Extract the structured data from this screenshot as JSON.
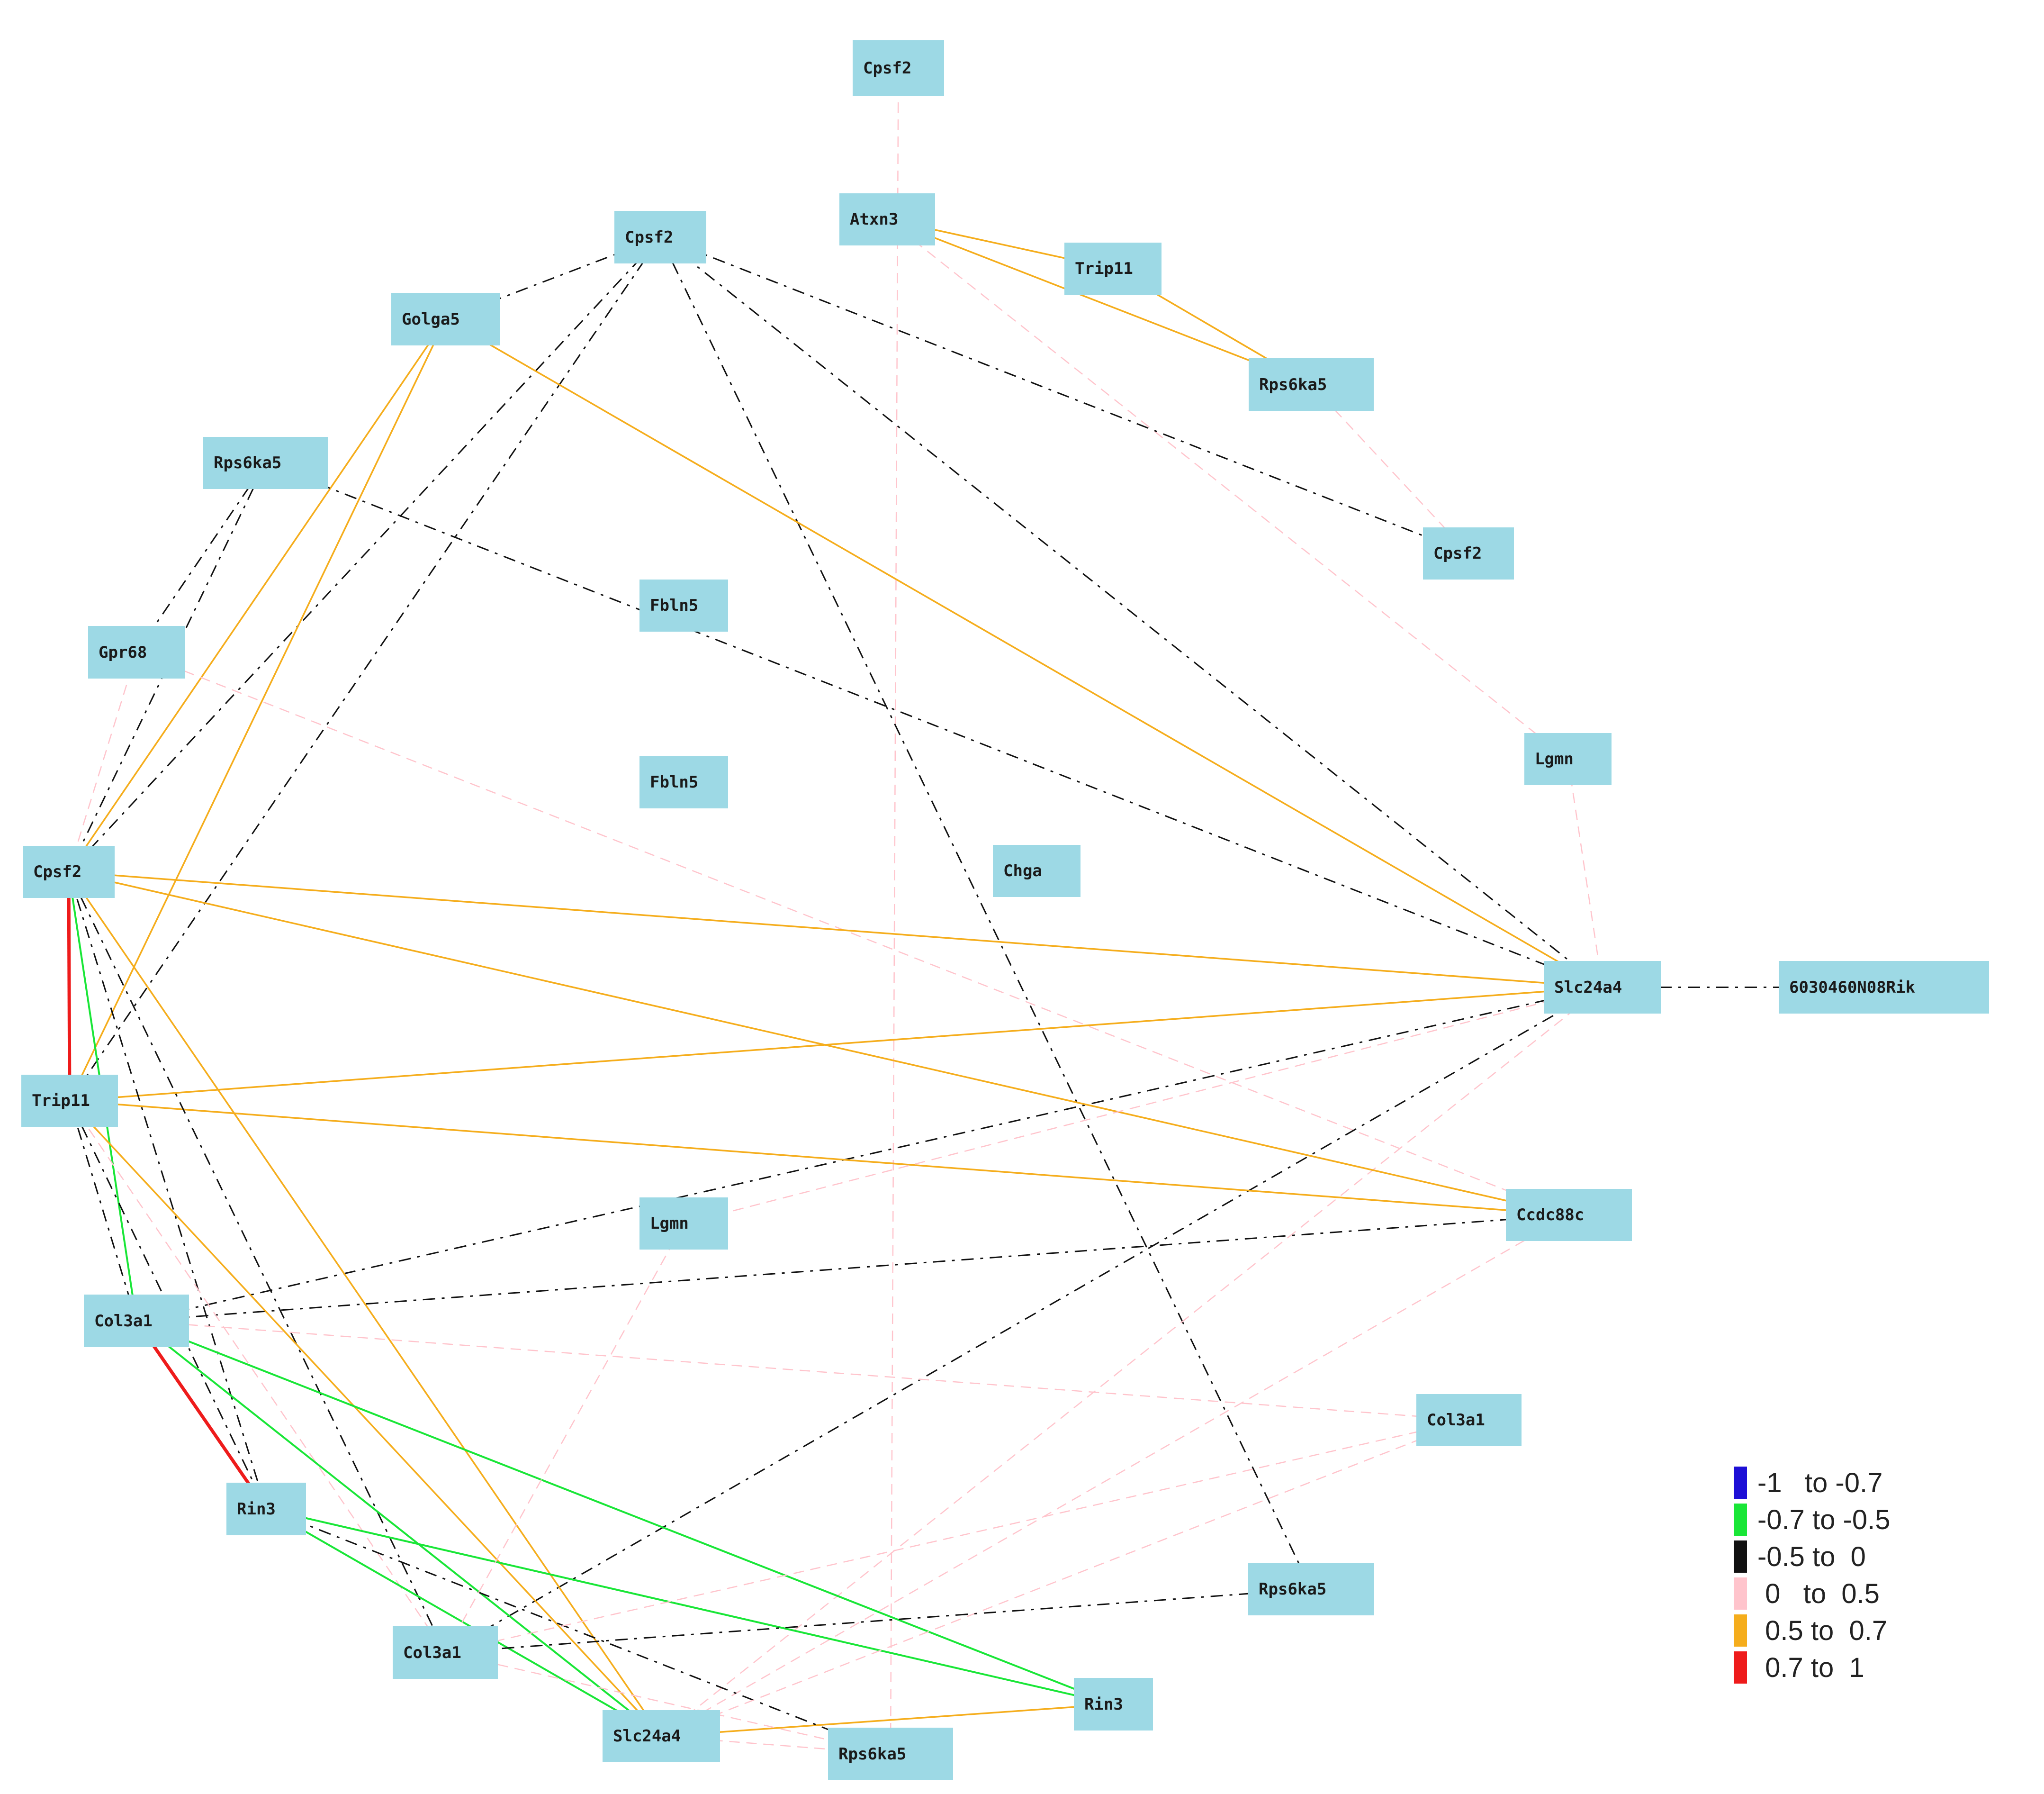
{
  "nodes": [
    {
      "id": "n1",
      "label": "Cpsf2"
    },
    {
      "id": "n2",
      "label": "Atxn3"
    },
    {
      "id": "n3",
      "label": "Cpsf2"
    },
    {
      "id": "n4",
      "label": "Trip11"
    },
    {
      "id": "n5",
      "label": "Golga5"
    },
    {
      "id": "n6",
      "label": "Rps6ka5"
    },
    {
      "id": "n7",
      "label": "Rps6ka5"
    },
    {
      "id": "n8",
      "label": "Cpsf2"
    },
    {
      "id": "n9",
      "label": "Fbln5"
    },
    {
      "id": "n10",
      "label": "Gpr68"
    },
    {
      "id": "n11",
      "label": "Lgmn"
    },
    {
      "id": "n12",
      "label": "Fbln5"
    },
    {
      "id": "n13",
      "label": "Chga"
    },
    {
      "id": "n14",
      "label": "Cpsf2"
    },
    {
      "id": "n15",
      "label": "Slc24a4"
    },
    {
      "id": "n16",
      "label": "6030460N08Rik"
    },
    {
      "id": "n17",
      "label": "Trip11"
    },
    {
      "id": "n18",
      "label": "Ccdc88c"
    },
    {
      "id": "n19",
      "label": "Lgmn"
    },
    {
      "id": "n20",
      "label": "Col3a1"
    },
    {
      "id": "n21",
      "label": "Col3a1"
    },
    {
      "id": "n22",
      "label": "Rin3"
    },
    {
      "id": "n23",
      "label": "Rps6ka5"
    },
    {
      "id": "n24",
      "label": "Col3a1"
    },
    {
      "id": "n25",
      "label": "Rin3"
    },
    {
      "id": "n26",
      "label": "Slc24a4"
    },
    {
      "id": "n27",
      "label": "Rps6ka5"
    }
  ],
  "edges": [
    {
      "source": "n2",
      "target": "n4",
      "range": "0.5 to 0.7"
    },
    {
      "source": "n2",
      "target": "n7",
      "range": "0.5 to 0.7"
    },
    {
      "source": "n4",
      "target": "n7",
      "range": "0.5 to 0.7"
    },
    {
      "source": "n1",
      "target": "n27",
      "range": "0 to 0.5"
    },
    {
      "source": "n2",
      "target": "n11",
      "range": "0 to 0.5"
    },
    {
      "source": "n7",
      "target": "n8",
      "range": "0 to 0.5"
    },
    {
      "source": "n3",
      "target": "n5",
      "range": "-0.5 to 0"
    },
    {
      "source": "n3",
      "target": "n8",
      "range": "-0.5 to 0"
    },
    {
      "source": "n3",
      "target": "n15",
      "range": "-0.5 to 0"
    },
    {
      "source": "n3",
      "target": "n23",
      "range": "-0.5 to 0"
    },
    {
      "source": "n3",
      "target": "n14",
      "range": "-0.5 to 0"
    },
    {
      "source": "n3",
      "target": "n17",
      "range": "-0.5 to 0"
    },
    {
      "source": "n5",
      "target": "n15",
      "range": "0.5 to 0.7"
    },
    {
      "source": "n5",
      "target": "n14",
      "range": "0.5 to 0.7"
    },
    {
      "source": "n5",
      "target": "n17",
      "range": "0.5 to 0.7"
    },
    {
      "source": "n6",
      "target": "n15",
      "range": "-0.5 to 0"
    },
    {
      "source": "n6",
      "target": "n10",
      "range": "-0.5 to 0"
    },
    {
      "source": "n6",
      "target": "n14",
      "range": "-0.5 to 0"
    },
    {
      "source": "n10",
      "target": "n18",
      "range": "0 to 0.5"
    },
    {
      "source": "n10",
      "target": "n14",
      "range": "0 to 0.5"
    },
    {
      "source": "n11",
      "target": "n15",
      "range": "0 to 0.5"
    },
    {
      "source": "n15",
      "target": "n16",
      "range": "-0.5 to 0"
    },
    {
      "source": "n15",
      "target": "n24",
      "range": "-0.5 to 0"
    },
    {
      "source": "n15",
      "target": "n20",
      "range": "-0.5 to 0"
    },
    {
      "source": "n15",
      "target": "n26",
      "range": "0 to 0.5"
    },
    {
      "source": "n15",
      "target": "n14",
      "range": "0.5 to 0.7"
    },
    {
      "source": "n15",
      "target": "n17",
      "range": "0.5 to 0.7"
    },
    {
      "source": "n18",
      "target": "n14",
      "range": "0.5 to 0.7"
    },
    {
      "source": "n18",
      "target": "n17",
      "range": "0.5 to 0.7"
    },
    {
      "source": "n18",
      "target": "n20",
      "range": "-0.5 to 0"
    },
    {
      "source": "n18",
      "target": "n26",
      "range": "0 to 0.5"
    },
    {
      "source": "n14",
      "target": "n17",
      "range": "0.7 to 1"
    },
    {
      "source": "n14",
      "target": "n20",
      "range": "-0.7 to -0.5"
    },
    {
      "source": "n14",
      "target": "n26",
      "range": "0.5 to 0.7"
    },
    {
      "source": "n14",
      "target": "n22",
      "range": "-0.5 to 0"
    },
    {
      "source": "n14",
      "target": "n24",
      "range": "-0.5 to 0"
    },
    {
      "source": "n17",
      "target": "n20",
      "range": "-0.5 to 0"
    },
    {
      "source": "n17",
      "target": "n26",
      "range": "0.5 to 0.7"
    },
    {
      "source": "n17",
      "target": "n22",
      "range": "-0.5 to 0"
    },
    {
      "source": "n17",
      "target": "n24",
      "range": "0 to 0.5"
    },
    {
      "source": "n20",
      "target": "n22",
      "range": "0.7 to 1"
    },
    {
      "source": "n20",
      "target": "n26",
      "range": "-0.7 to -0.5"
    },
    {
      "source": "n20",
      "target": "n21",
      "range": "0 to 0.5"
    },
    {
      "source": "n20",
      "target": "n25",
      "range": "-0.7 to -0.5"
    },
    {
      "source": "n25",
      "target": "n22",
      "range": "-0.7 to -0.5"
    },
    {
      "source": "n25",
      "target": "n26",
      "range": "0.5 to 0.7"
    },
    {
      "source": "n22",
      "target": "n26",
      "range": "-0.7 to -0.5"
    },
    {
      "source": "n22",
      "target": "n27",
      "range": "-0.5 to 0"
    },
    {
      "source": "n21",
      "target": "n26",
      "range": "0 to 0.5"
    },
    {
      "source": "n21",
      "target": "n24",
      "range": "0 to 0.5"
    },
    {
      "source": "n26",
      "target": "n27",
      "range": "0 to 0.5"
    },
    {
      "source": "n27",
      "target": "n24",
      "range": "0 to 0.5"
    },
    {
      "source": "n24",
      "target": "n23",
      "range": "-0.5 to 0"
    },
    {
      "source": "n24",
      "target": "n19",
      "range": "0 to 0.5"
    },
    {
      "source": "n19",
      "target": "n15",
      "range": "0 to 0.5"
    }
  ],
  "legend": [
    {
      "label": "-1   to -0.7",
      "color": "#1d0fd6"
    },
    {
      "label": "-0.7 to -0.5",
      "color": "#19e637"
    },
    {
      "label": "-0.5 to  0",
      "color": "#111111"
    },
    {
      "label": " 0   to  0.5",
      "color": "#ffc4cc"
    },
    {
      "label": " 0.5 to  0.7",
      "color": "#f5ad1c"
    },
    {
      "label": " 0.7 to  1",
      "color": "#ee1b1b"
    }
  ]
}
